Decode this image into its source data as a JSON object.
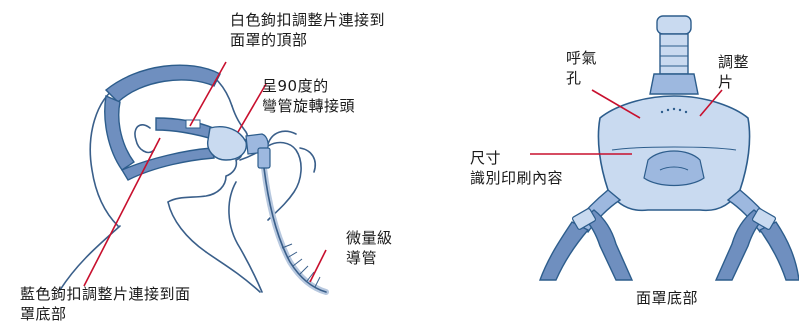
{
  "left_figure": {
    "white_clip_label": [
      "白色鉤扣調整片連接到",
      "面罩的頂部"
    ],
    "elbow_label": [
      "呈90度的",
      "彎管旋轉接頭"
    ],
    "tubing_label": [
      "微量級",
      "導管"
    ],
    "blue_clip_label": [
      "藍色鉤扣調整片連接到面",
      "罩底部"
    ]
  },
  "right_figure": {
    "vent_label": [
      "呼氣",
      "孔"
    ],
    "tab_label": [
      "調整",
      "片"
    ],
    "size_label": [
      "尺寸",
      "識別印刷內容"
    ],
    "caption": "面罩底部"
  },
  "colors": {
    "leader_line": "#c8102e",
    "outline": "#2d5d8c",
    "headgear_blue": "#6f8fbf",
    "mask_light": "#c9daf0",
    "mask_mid": "#9db8df"
  }
}
